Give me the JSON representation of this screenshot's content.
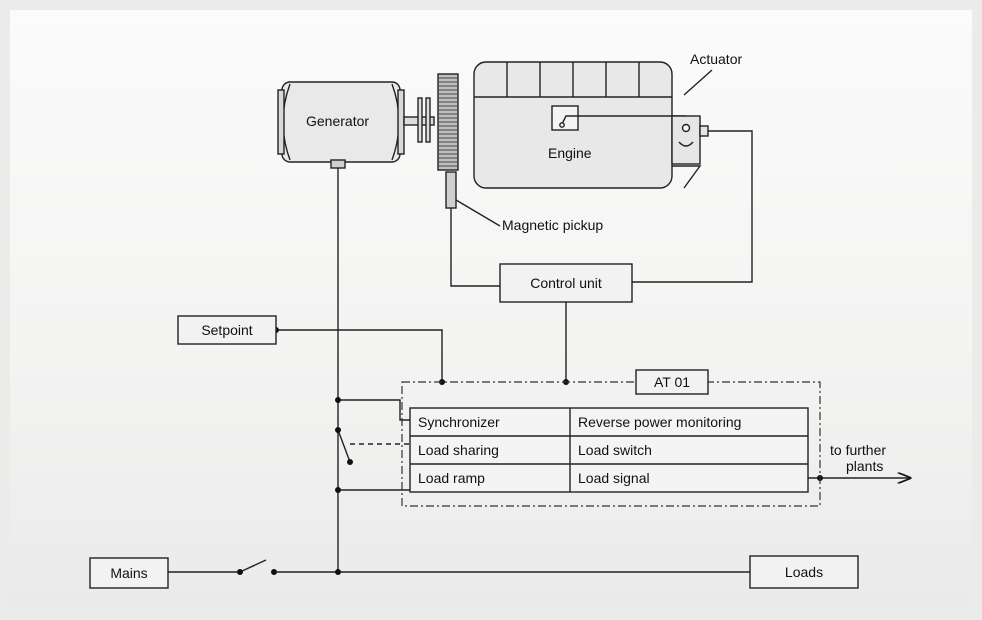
{
  "labels": {
    "generator": "Generator",
    "engine": "Engine",
    "actuator": "Actuator",
    "magnetic_pickup": "Magnetic pickup",
    "control_unit": "Control unit",
    "setpoint": "Setpoint",
    "at01": "AT 01",
    "mains": "Mains",
    "loads": "Loads",
    "to_further_plants": [
      "to further",
      "plants"
    ]
  },
  "functions_table": [
    [
      "Synchronizer",
      "Reverse power monitoring"
    ],
    [
      "Load sharing",
      "Load switch"
    ],
    [
      "Load ramp",
      "Load signal"
    ]
  ]
}
